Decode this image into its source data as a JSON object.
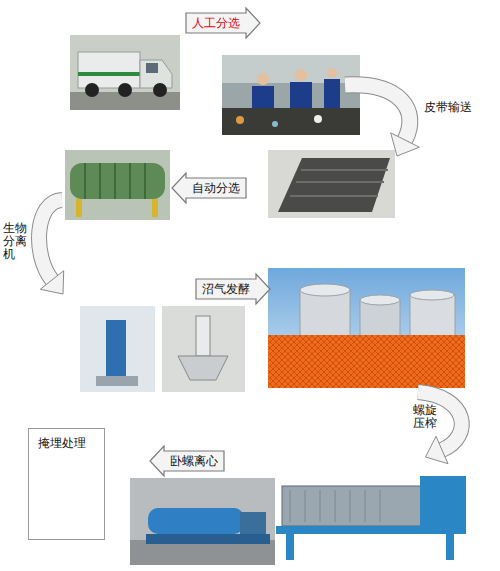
{
  "diagram": {
    "nodes": [
      {
        "text": [
          "人工分选"
        ]
      },
      {
        "text": [
          "自动分选"
        ]
      },
      {
        "text": [
          "沼气发酵"
        ]
      },
      {
        "text": [
          "卧螺离心"
        ]
      },
      {
        "text": [
          "掩埋处理"
        ]
      }
    ],
    "labels": [
      "皮带输送",
      "生物分离机",
      "螺旋压榨"
    ]
  }
}
